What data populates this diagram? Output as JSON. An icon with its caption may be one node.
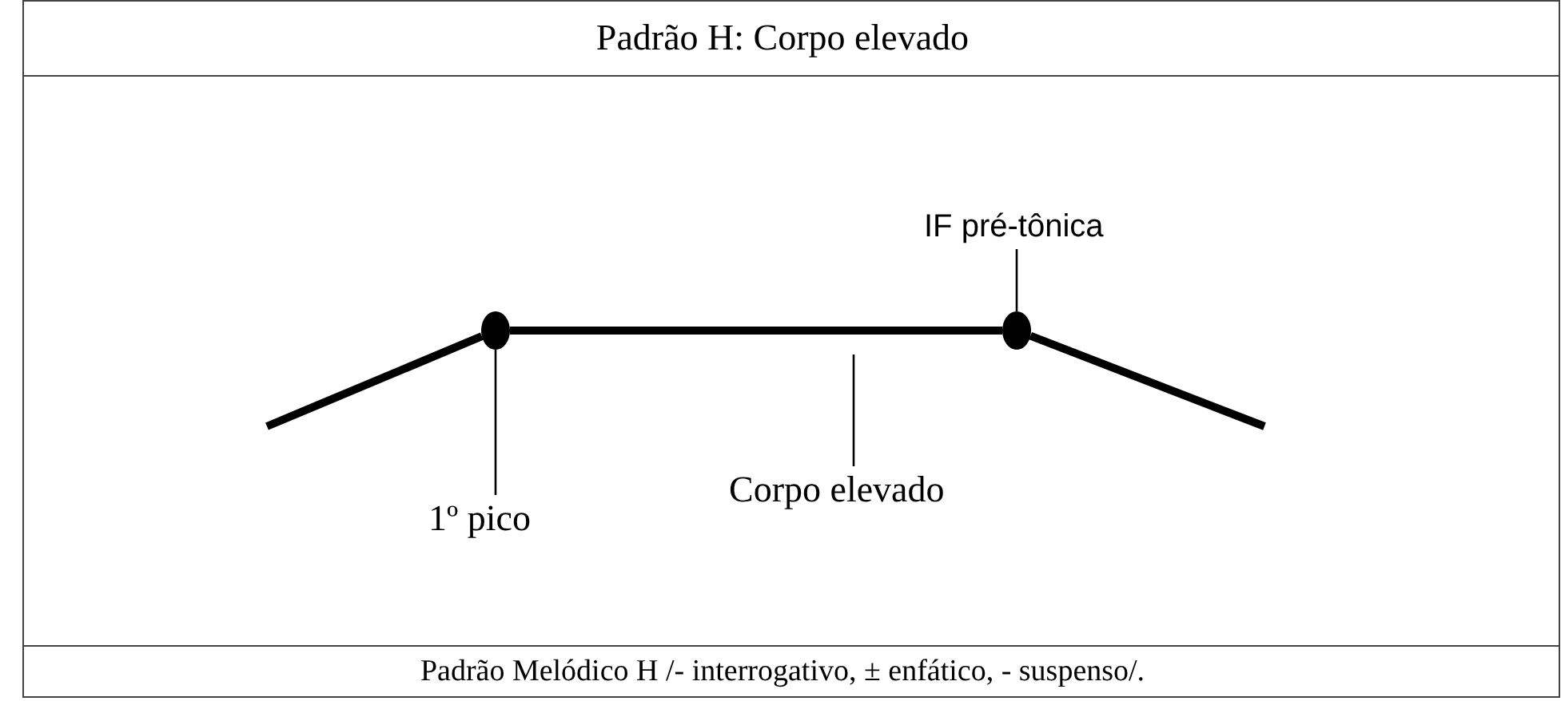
{
  "diagram": {
    "title": "Padrão H: Corpo elevado",
    "caption": "Padrão Melódico H /- interrogativo, ± enfático, - suspenso/.",
    "nodes": [
      {
        "text": [
          "IF pré-tônica"
        ]
      },
      {
        "text": [],
        "shape": "circle"
      },
      {
        "text": [],
        "shape": "circle"
      },
      {
        "text": [
          "1º pico"
        ]
      },
      {
        "text": [
          "Corpo elevado"
        ]
      }
    ],
    "edges": [
      {
        "from": null,
        "to": 1,
        "arrow": "none",
        "style": "thick"
      },
      {
        "from": 1,
        "to": 2,
        "arrow": "none",
        "style": "thick"
      },
      {
        "from": 2,
        "to": null,
        "arrow": "none",
        "style": "thick"
      },
      {
        "from": 0,
        "to": 2,
        "arrow": "none"
      },
      {
        "from": 3,
        "to": 1,
        "arrow": "none"
      },
      {
        "from": 4,
        "to": null,
        "arrow": "none"
      }
    ]
  }
}
